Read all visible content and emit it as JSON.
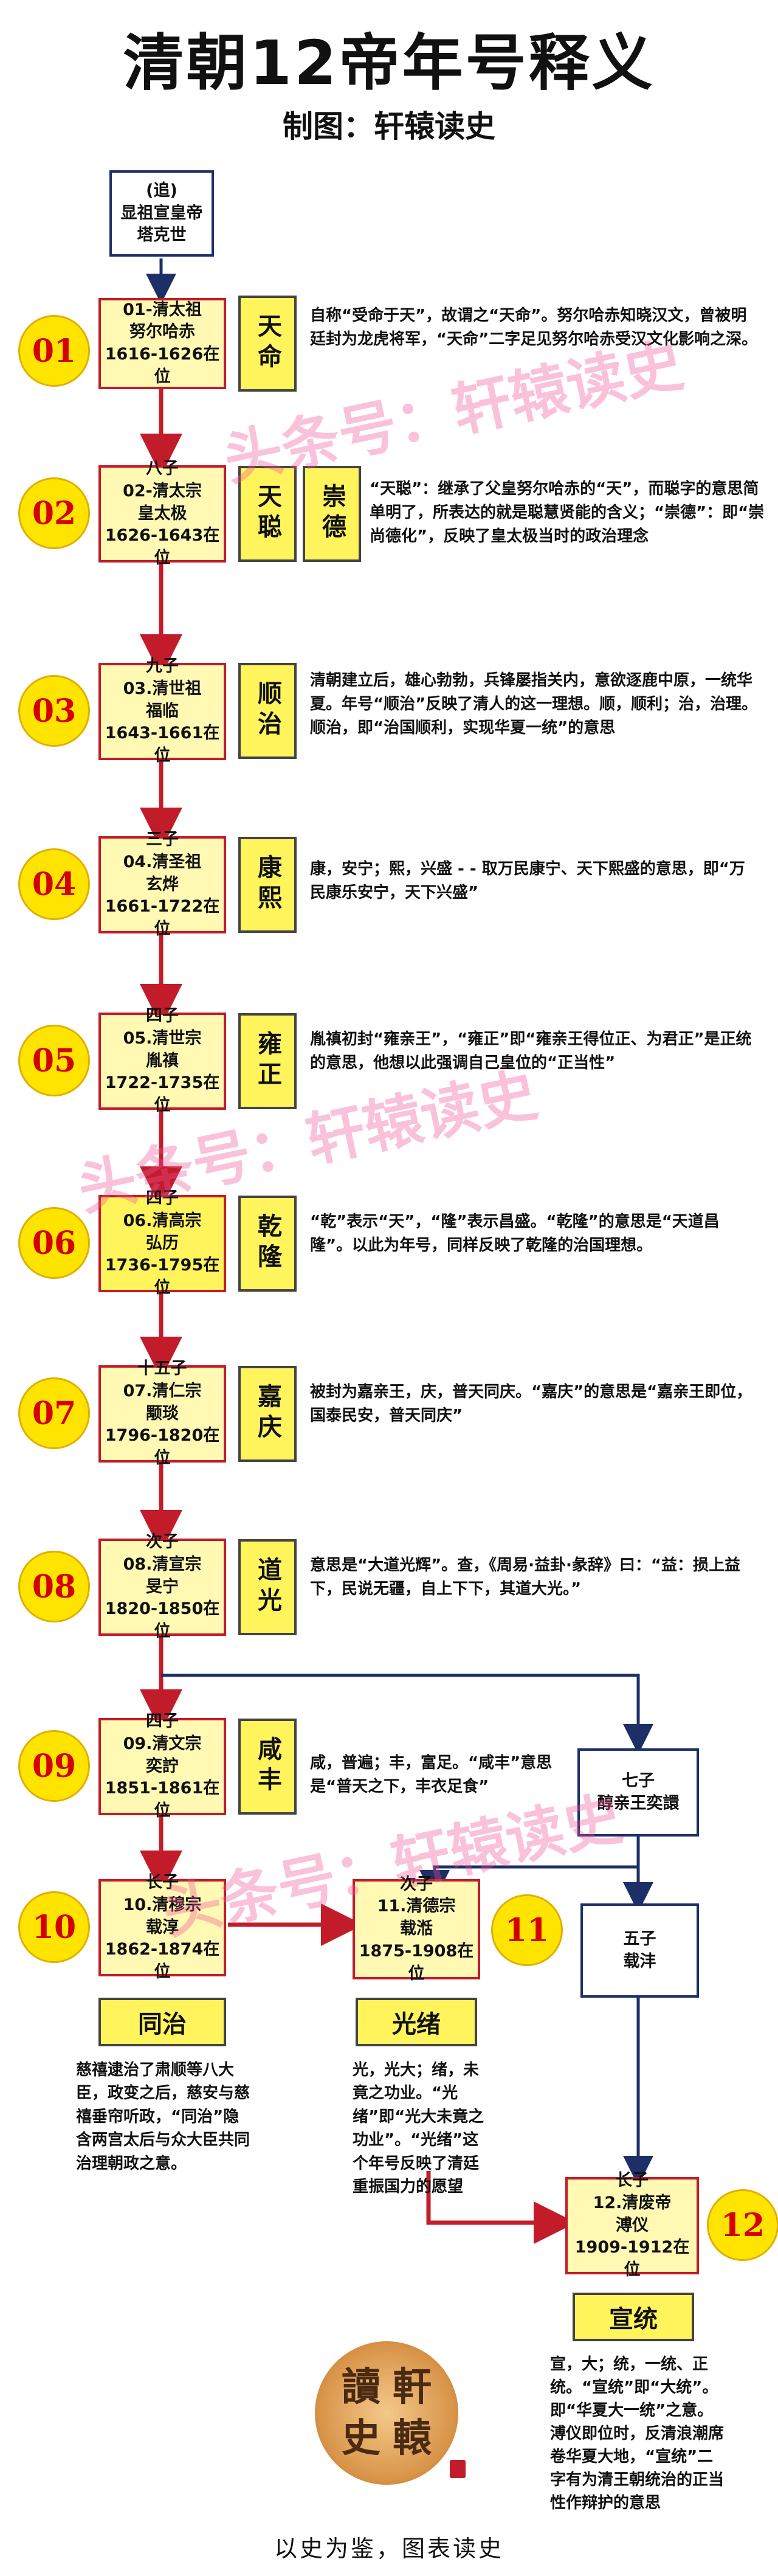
{
  "title": "清朝12帝年号释义",
  "subtitle": "制图：轩辕读史",
  "ancestor": {
    "line1": "(追)",
    "line2": "显祖宣皇帝",
    "line3": "塔克世"
  },
  "emperors": [
    {
      "num": "01",
      "lines": [
        "01-清太祖",
        "努尔哈赤",
        "1616-1626在位"
      ],
      "era": "天命",
      "desc": "自称“受命于天”，故谓之“天命”。努尔哈赤知晓汉文，曾被明廷封为龙虎将军，“天命”二字足见努尔哈赤受汉文化影响之深。"
    },
    {
      "num": "02",
      "lines": [
        "八子",
        "02-清太宗",
        "皇太极",
        "1626-1643在位"
      ],
      "era": "天聪",
      "era2": "崇德",
      "desc": "“天聪”：继承了父皇努尔哈赤的“天”，而聪字的意思简单明了，所表达的就是聪慧贤能的含义；“崇德”：即“崇尚德化”，反映了皇太极当时的政治理念"
    },
    {
      "num": "03",
      "lines": [
        "九子",
        "03.清世祖",
        "福临",
        "1643-1661在位"
      ],
      "era": "顺治",
      "desc": "清朝建立后，雄心勃勃，兵锋屡指关内，意欲逐鹿中原，一统华夏。年号“顺治”反映了清人的这一理想。顺，顺利；治，治理。顺治，即“治国顺利，实现华夏一统”的意思"
    },
    {
      "num": "04",
      "lines": [
        "三子",
        "04.清圣祖",
        "玄烨",
        "1661-1722在位"
      ],
      "era": "康熙",
      "desc": "康，安宁；熙，兴盛 - - 取万民康宁、天下熙盛的意思，即“万民康乐安宁，天下兴盛”"
    },
    {
      "num": "05",
      "lines": [
        "四子",
        "05.清世宗",
        "胤禛",
        "1722-1735在位"
      ],
      "era": "雍正",
      "desc": "胤禛初封“雍亲王”，“雍正”即“雍亲王得位正、为君正”是正统的意思，他想以此强调自己皇位的“正当性”"
    },
    {
      "num": "06",
      "lines": [
        "四子",
        "06.清高宗",
        "弘历",
        "1736-1795在位"
      ],
      "era": "乾隆",
      "desc": "“乾”表示“天”，“隆”表示昌盛。“乾隆”的意思是“天道昌隆”。以此为年号，同样反映了乾隆的治国理想。"
    },
    {
      "num": "07",
      "lines": [
        "十五子",
        "07.清仁宗",
        "颙琰",
        "1796-1820在位"
      ],
      "era": "嘉庆",
      "desc": "被封为嘉亲王，庆，普天同庆。“嘉庆”的意思是“嘉亲王即位，国泰民安，普天同庆”"
    },
    {
      "num": "08",
      "lines": [
        "次子",
        "08.清宣宗",
        "旻宁",
        "1820-1850在位"
      ],
      "era": "道光",
      "desc": "意思是“大道光辉”。查，《周易·益卦·彖辞》曰：“益：损上益下，民说无疆，自上下下，其道大光。”"
    },
    {
      "num": "09",
      "lines": [
        "四子",
        "09.清文宗",
        "奕詝",
        "1851-1861在位"
      ],
      "era": "咸丰",
      "desc": "咸，普遍；丰，富足。“咸丰”意思是“普天之下，丰衣足食”"
    },
    {
      "num": "10",
      "lines": [
        "长子",
        "10.清穆宗",
        "载淳",
        "1862-1874在位"
      ],
      "era": "同治",
      "desc": "慈禧逮治了肃顺等八大臣，政变之后，慈安与慈禧垂帘听政，“同治”隐含两宫太后与众大臣共同治理朝政之意。"
    },
    {
      "num": "11",
      "lines": [
        "次子",
        "11.清德宗",
        "载湉",
        "1875-1908在位"
      ],
      "era": "光绪",
      "desc": "光，光大；绪，未竟之功业。“光绪”即“光大未竟之功业”。“光绪”这个年号反映了清廷重振国力的愿望"
    },
    {
      "num": "12",
      "lines": [
        "长子",
        "12.清废帝",
        "溥仪",
        "1909-1912在位"
      ],
      "era": "宣统",
      "desc": "宣，大；统，一统、正统。“宣统”即“大统”。即“华夏大一统”之意。溥仪即位时，反清浪潮席卷华夏大地，“宣统”二字有为清王朝统治的正当性作辩护的意思"
    }
  ],
  "prince_chun": {
    "lines": [
      "七子",
      "醇亲王奕譞"
    ]
  },
  "zaifeng": {
    "lines": [
      "五子",
      "载沣"
    ]
  },
  "watermark": "头条号：轩辕读史",
  "seal": [
    "讀",
    "軒",
    "史",
    "轅"
  ],
  "motto": "以史为鉴，图表读史",
  "colors": {
    "red": "#c21c2a",
    "navy": "#1c2f66",
    "box_fill": "#fff9b3",
    "era_fill": "#fff45c",
    "badge": "#ffe400"
  }
}
